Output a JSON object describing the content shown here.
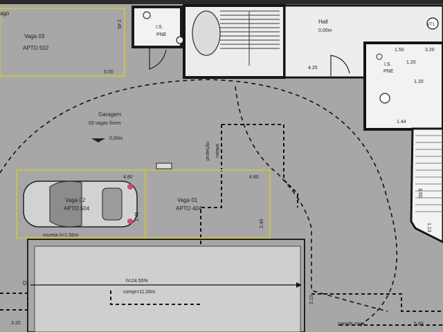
{
  "parking": {
    "top_left": {
      "name": "Vaga 03",
      "unit": "APTO 502",
      "dim_side": "2.45",
      "dim_bottom": "5.00"
    },
    "middle_left": {
      "name": "Vaga 02",
      "unit": "APTO 504",
      "dim_top": "4.80",
      "dim_side": "2.45"
    },
    "middle_right": {
      "name": "Vaga 01",
      "unit": "APTO 404",
      "dim_top": "4.80",
      "dim_side": "2.45"
    }
  },
  "garage": {
    "title": "Garagem",
    "subtitle": "03 vagas livres",
    "level": "0,00m"
  },
  "hall": {
    "title": "Hall",
    "level": "0,00m",
    "dim": "4.25"
  },
  "pne_wc": {
    "label1": "I.S.",
    "label2": "PNE"
  },
  "right_wc": {
    "label1": "I.S.",
    "label2": "PNE",
    "dims": [
      "1.50",
      "1.20",
      "1.20",
      "3.20",
      "1.44"
    ]
  },
  "ramp": {
    "protecao1": "proteção",
    "protecao2": "rampa"
  },
  "notes": {
    "mureta": "mureta h=1.50m",
    "pool_height": "h=24.55%",
    "pool_length": "compr=11.00m",
    "parede_cega": "parede cega",
    "d_marker": "D",
    "bottom_left_dim": "3.20",
    "bottom_mid_dim": "3.15",
    "bottom_right_dim": "5.89",
    "right_dim_1": "3.50",
    "right_dim_2": "1.13",
    "code_top": "VT1"
  }
}
